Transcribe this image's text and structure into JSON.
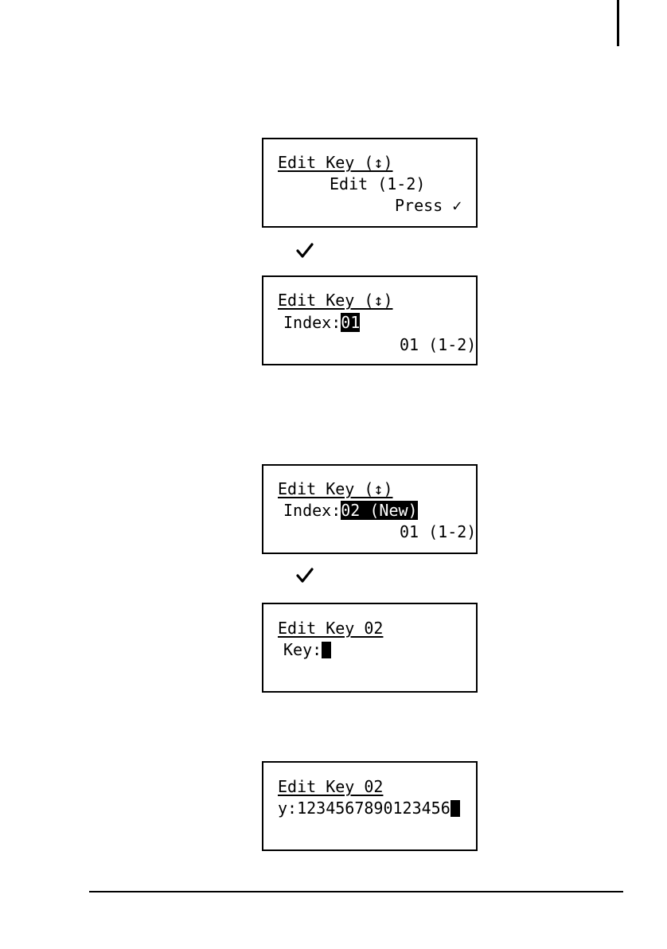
{
  "screens": [
    {
      "title": "Edit Key (↕)",
      "line2": "Edit (1-2)",
      "line3": "Press ✓"
    },
    {
      "title": "Edit Key (↕)",
      "line2_label": "Index:",
      "line2_value": "01",
      "line3": "01 (1-2)"
    },
    {
      "title": "Edit Key (↕)",
      "line2_label": "Index:",
      "line2_value": "02 (New)",
      "line3": "01 (1-2)"
    },
    {
      "title": "Edit Key 02",
      "line2_label": "Key:"
    },
    {
      "title": "Edit Key 02",
      "line2_label": "y:1234567890123456"
    }
  ],
  "icons": {
    "confirm": "checkmark-icon",
    "cursor": "block-cursor"
  }
}
